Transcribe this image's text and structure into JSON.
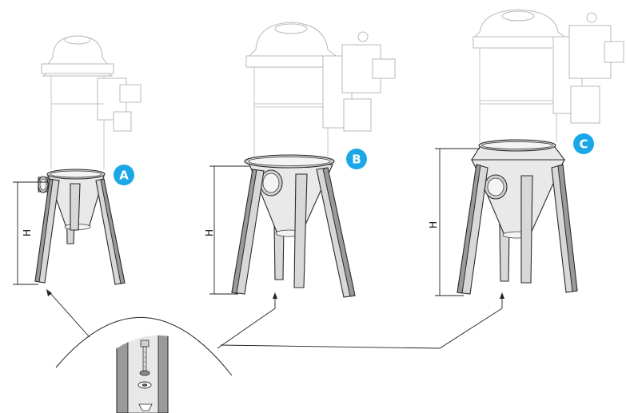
{
  "variants": [
    {
      "label": "A",
      "dimension": "H"
    },
    {
      "label": "B",
      "dimension": "H"
    },
    {
      "label": "C",
      "dimension": "H"
    }
  ],
  "colors": {
    "badge": "#1aa7e8",
    "outline": "#2b2b2b",
    "ghost": "#b9b9b9"
  }
}
